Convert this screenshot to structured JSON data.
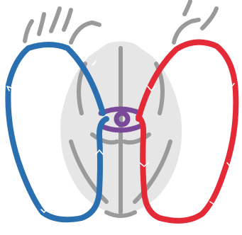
{
  "diagram": {
    "colors": {
      "background": "#ffffff",
      "heart_fill": "#e6e6e6",
      "outline": "#9a9a9a",
      "deoxygenated": "#2a6fb0",
      "oxygenated": "#e42a36",
      "mixed": "#7a4a9a",
      "arrow": "#ffffff"
    },
    "parts": {
      "venous_circuit": "deoxygenated",
      "arterial_circuit": "oxygenated",
      "shunt": "mixed"
    }
  }
}
